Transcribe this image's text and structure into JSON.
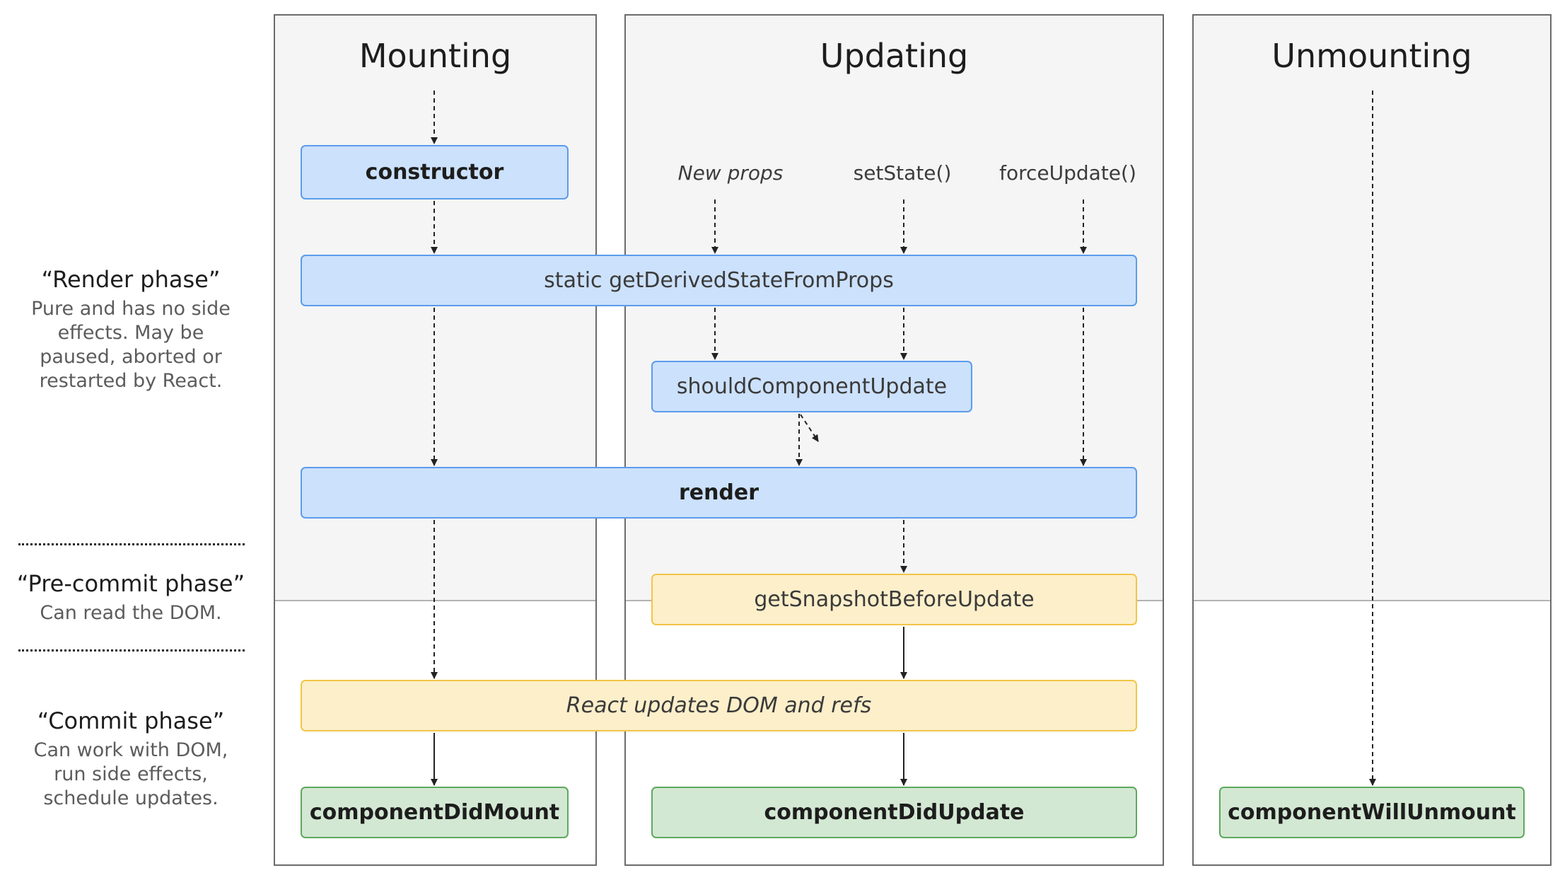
{
  "columns": {
    "mounting": "Mounting",
    "updating": "Updating",
    "unmounting": "Unmounting"
  },
  "triggers": {
    "new_props": "New props",
    "set_state": "setState()",
    "force_update": "forceUpdate()"
  },
  "boxes": {
    "constructor": "constructor",
    "get_derived_state": "static getDerivedStateFromProps",
    "should_component_update": "shouldComponentUpdate",
    "render": "render",
    "get_snapshot": "getSnapshotBeforeUpdate",
    "react_updates_dom": "React updates DOM and refs",
    "component_did_mount": "componentDidMount",
    "component_did_update": "componentDidUpdate",
    "component_will_unmount": "componentWillUnmount"
  },
  "phases": {
    "render": {
      "name": "“Render phase”",
      "desc": [
        "Pure and has no side",
        "effects. May be",
        "paused, aborted or",
        "restarted by React."
      ]
    },
    "pre_commit": {
      "name": "“Pre-commit phase”",
      "desc": [
        "Can read the DOM."
      ]
    },
    "commit": {
      "name": "“Commit phase”",
      "desc": [
        "Can work with DOM,",
        "run side effects,",
        "schedule updates."
      ]
    }
  },
  "colors": {
    "render_box_fill": "#cce1fb",
    "render_box_border": "#5b9cec",
    "pre_commit_box_fill": "#fcefca",
    "pre_commit_box_border": "#f2c547",
    "commit_box_fill": "#d3e8d3",
    "commit_box_border": "#5fa85f"
  }
}
